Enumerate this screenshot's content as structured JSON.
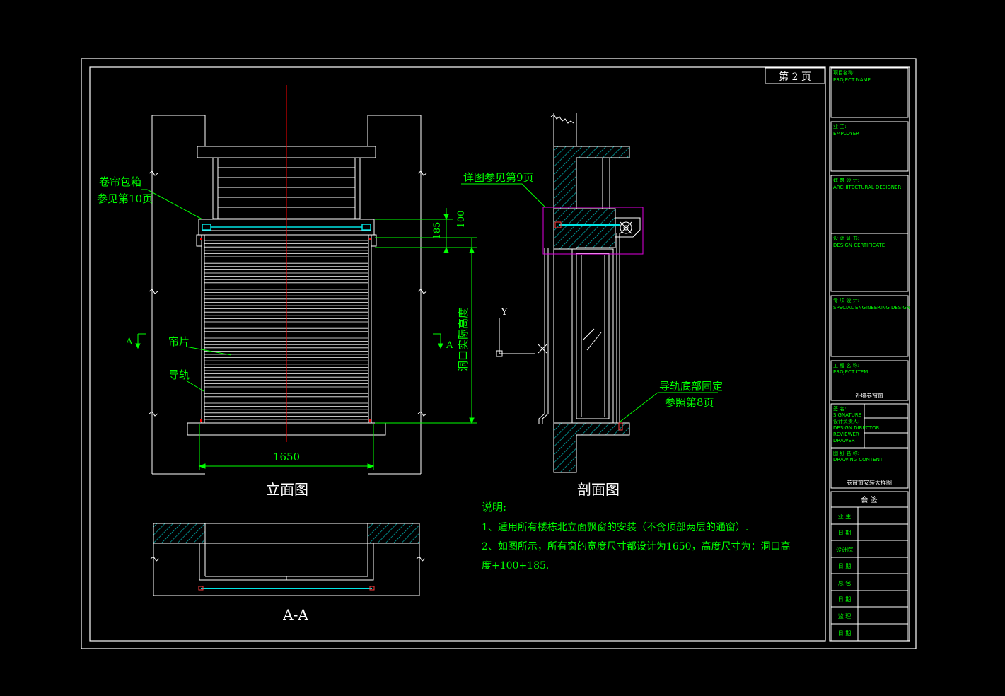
{
  "page_label": "第 2 页",
  "elevation": {
    "title": "立面图",
    "width_dim": "1650",
    "dim_185": "185",
    "dim_100": "100",
    "opening_height": "洞口实际高度",
    "box_note_1": "卷帘包箱",
    "box_note_2": "参见第10页",
    "slat_label": "帘片",
    "rail_label": "导轨",
    "section_mark": "A"
  },
  "section": {
    "title": "剖面图",
    "detail_note": "详图参见第9页",
    "rail_note_1": "导轨底部固定",
    "rail_note_2": "参照第8页",
    "axis_y": "Y"
  },
  "plan": {
    "title": "A-A"
  },
  "notes": {
    "heading": "说明:",
    "line1": "1、适用所有楼栋北立面飘窗的安装（不含顶部两层的通窗）.",
    "line2": "2、如图所示，所有窗的宽度尺寸都设计为1650，高度尺寸为：洞口高",
    "line3": "度+100+185."
  },
  "title_block": {
    "project_name": "项目名称:",
    "project_name_en": "PROJECT NAME",
    "owner": "业  主:",
    "owner_en": "EMPLOYER",
    "architect": "建 筑 设 计:",
    "architect_en": "ARCHITECTURAL DESIGNER",
    "design_cert": "设 计 证 书:",
    "design_cert_en": "DESIGN  CERTIFICATE",
    "consultant": "专 项 设 计:",
    "consultant_en": "SPECIAL ENGINEERING DESIGN",
    "engineering": "工 程 名 称:",
    "engineering_en": "PROJECT ITEM",
    "engineering_value": "外墙卷帘窗",
    "sign": "签  名:",
    "sign_en": "SIGNATURE",
    "designer": "设计负责人:",
    "designer_en": "DESIGN DIRECTOR",
    "row_extra_1": "REVIEWER",
    "row_extra_2": "DRAWER",
    "drawing": "图 纸 名 称:",
    "drawing_en": "DRAWING CONTENT",
    "drawing_value": "卷帘窗安装大样图",
    "approval": "会  签",
    "rows": [
      "业 主",
      "日 期",
      "设计院",
      "日 期",
      "总 包",
      "日 期",
      "监 理",
      "日 期"
    ]
  }
}
